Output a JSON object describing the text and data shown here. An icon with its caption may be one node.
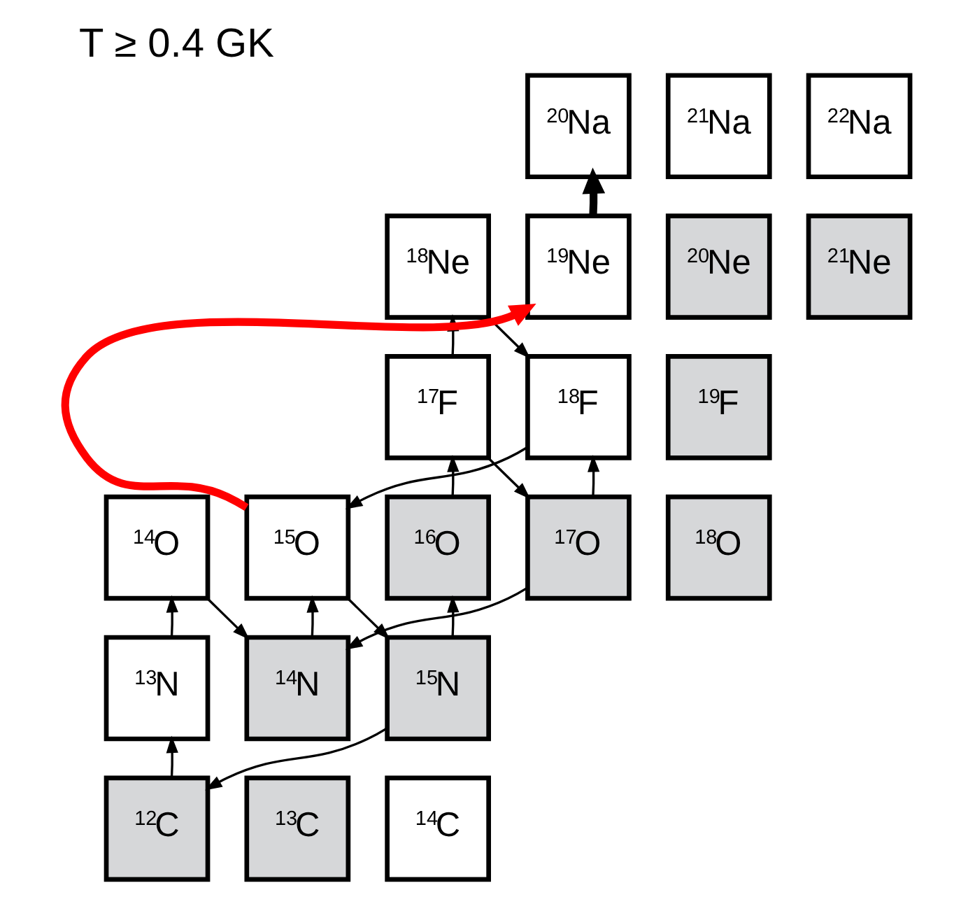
{
  "diagram": {
    "title": "T ≥ 0.4 GK",
    "nodes": [
      {
        "text": [
          "$^{20}$Na"
        ]
      },
      {
        "text": [
          "$^{21}$Na"
        ]
      },
      {
        "text": [
          "$^{22}$Na"
        ]
      },
      {
        "text": [
          "$^{18}$Ne"
        ]
      },
      {
        "text": [
          "$^{19}$Ne"
        ]
      },
      {
        "text": [
          "$^{20}$Ne"
        ]
      },
      {
        "text": [
          "$^{21}$Ne"
        ]
      },
      {
        "text": [
          "$^{17}$F"
        ]
      },
      {
        "text": [
          "$^{18}$F"
        ]
      },
      {
        "text": [
          "$^{19}$F"
        ]
      },
      {
        "text": [
          "$^{14}$O"
        ]
      },
      {
        "text": [
          "$^{15}$O"
        ]
      },
      {
        "text": [
          "$^{16}$O"
        ]
      },
      {
        "text": [
          "$^{17}$O"
        ]
      },
      {
        "text": [
          "$^{18}$O"
        ]
      },
      {
        "text": [
          "$^{13}$N"
        ]
      },
      {
        "text": [
          "$^{14}$N"
        ]
      },
      {
        "text": [
          "$^{15}$N"
        ]
      },
      {
        "text": [
          "$^{12}$C"
        ]
      },
      {
        "text": [
          "$^{13}$C"
        ]
      },
      {
        "text": [
          "$^{14}$C"
        ]
      }
    ],
    "edges": [
      {
        "from": 18,
        "to": 15,
        "arrow": "to"
      },
      {
        "from": 15,
        "to": 10,
        "arrow": "to"
      },
      {
        "from": 10,
        "to": 16,
        "arrow": "to"
      },
      {
        "from": 16,
        "to": 11,
        "arrow": "to"
      },
      {
        "from": 11,
        "to": 17,
        "arrow": "to"
      },
      {
        "from": 17,
        "to": 18,
        "arrow": "to"
      },
      {
        "from": 17,
        "to": 12,
        "arrow": "to"
      },
      {
        "from": 12,
        "to": 7,
        "arrow": "to"
      },
      {
        "from": 7,
        "to": 13,
        "arrow": "to"
      },
      {
        "from": 13,
        "to": 16,
        "arrow": "to"
      },
      {
        "from": 13,
        "to": 8,
        "arrow": "to"
      },
      {
        "from": 8,
        "to": 11,
        "arrow": "to"
      },
      {
        "from": 7,
        "to": 3,
        "arrow": "to"
      },
      {
        "from": 3,
        "to": 8,
        "arrow": "to"
      },
      {
        "from": 11,
        "to": 4,
        "arrow": "to",
        "style": "thick",
        "color": "#ff0000"
      },
      {
        "from": 4,
        "to": 0,
        "arrow": "to",
        "style": "thick"
      }
    ]
  }
}
